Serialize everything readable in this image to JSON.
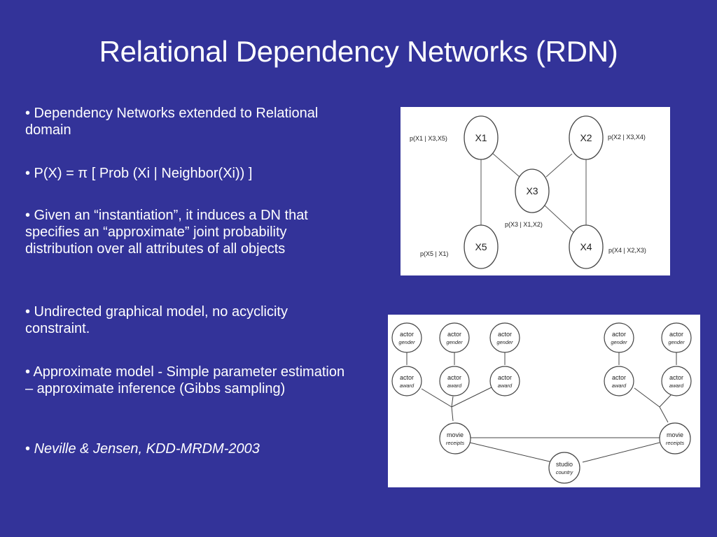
{
  "slide": {
    "title": "Relational Dependency Networks (RDN)",
    "background_color": "#333399",
    "bullets": [
      {
        "text": "• Dependency Networks extended to Relational domain"
      },
      {
        "text": "• P(X) = π [ Prob (Xi | Neighbor(Xi)) ]"
      },
      {
        "text": "• Given an “instantiation”, it induces a DN that specifies an “approximate” joint probability distribution over all attributes of all objects"
      },
      {
        "text": "• Undirected graphical model, no acyclicity constraint."
      },
      {
        "text": "• Approximate model - Simple parameter estimation – approximate inference (Gibbs sampling)"
      },
      {
        "bullet": "• ",
        "text": "Neville & Jensen, KDD-MRDM-2003"
      }
    ]
  },
  "figure_dn": {
    "nodes": [
      {
        "id": "X1",
        "label": "X1",
        "cpd": "p(X1 | X3,X5)"
      },
      {
        "id": "X2",
        "label": "X2",
        "cpd": "p(X2 | X3,X4)"
      },
      {
        "id": "X3",
        "label": "X3",
        "cpd": "p(X3 | X1,X2)"
      },
      {
        "id": "X4",
        "label": "X4",
        "cpd": "p(X4 | X2,X3)"
      },
      {
        "id": "X5",
        "label": "X5",
        "cpd": "p(X5 | X1)"
      }
    ],
    "edges": [
      [
        "X1",
        "X3"
      ],
      [
        "X2",
        "X3"
      ],
      [
        "X1",
        "X5"
      ],
      [
        "X2",
        "X4"
      ],
      [
        "X3",
        "X4"
      ]
    ]
  },
  "figure_rdn": {
    "nodes": [
      {
        "id": "g1",
        "type": "actor",
        "attr": "gender"
      },
      {
        "id": "g2",
        "type": "actor",
        "attr": "gender"
      },
      {
        "id": "g3",
        "type": "actor",
        "attr": "gender"
      },
      {
        "id": "g4",
        "type": "actor",
        "attr": "gender"
      },
      {
        "id": "g5",
        "type": "actor",
        "attr": "gender"
      },
      {
        "id": "a1",
        "type": "actor",
        "attr": "award"
      },
      {
        "id": "a2",
        "type": "actor",
        "attr": "award"
      },
      {
        "id": "a3",
        "type": "actor",
        "attr": "award"
      },
      {
        "id": "a4",
        "type": "actor",
        "attr": "award"
      },
      {
        "id": "a5",
        "type": "actor",
        "attr": "award"
      },
      {
        "id": "m1",
        "type": "movie",
        "attr": "receipts"
      },
      {
        "id": "m2",
        "type": "movie",
        "attr": "receipts"
      },
      {
        "id": "s1",
        "type": "studio",
        "attr": "country"
      }
    ]
  }
}
